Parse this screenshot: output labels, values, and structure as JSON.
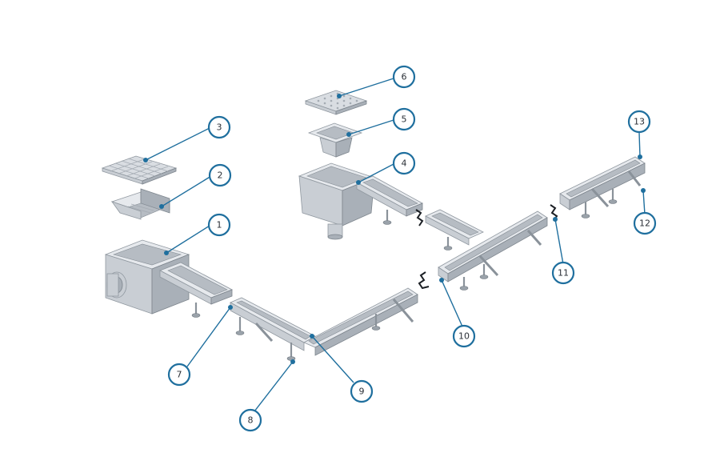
{
  "colors": {
    "callout": "#1f6f9e",
    "steel_light": "#e6e9ed",
    "steel_mid": "#c9ced4",
    "steel_dark": "#a9b0b8"
  },
  "callouts": [
    {
      "label": "1"
    },
    {
      "label": "2"
    },
    {
      "label": "3"
    },
    {
      "label": "4"
    },
    {
      "label": "5"
    },
    {
      "label": "6"
    },
    {
      "label": "7"
    },
    {
      "label": "8"
    },
    {
      "label": "9"
    },
    {
      "label": "10"
    },
    {
      "label": "11"
    },
    {
      "label": "12"
    },
    {
      "label": "13"
    }
  ]
}
